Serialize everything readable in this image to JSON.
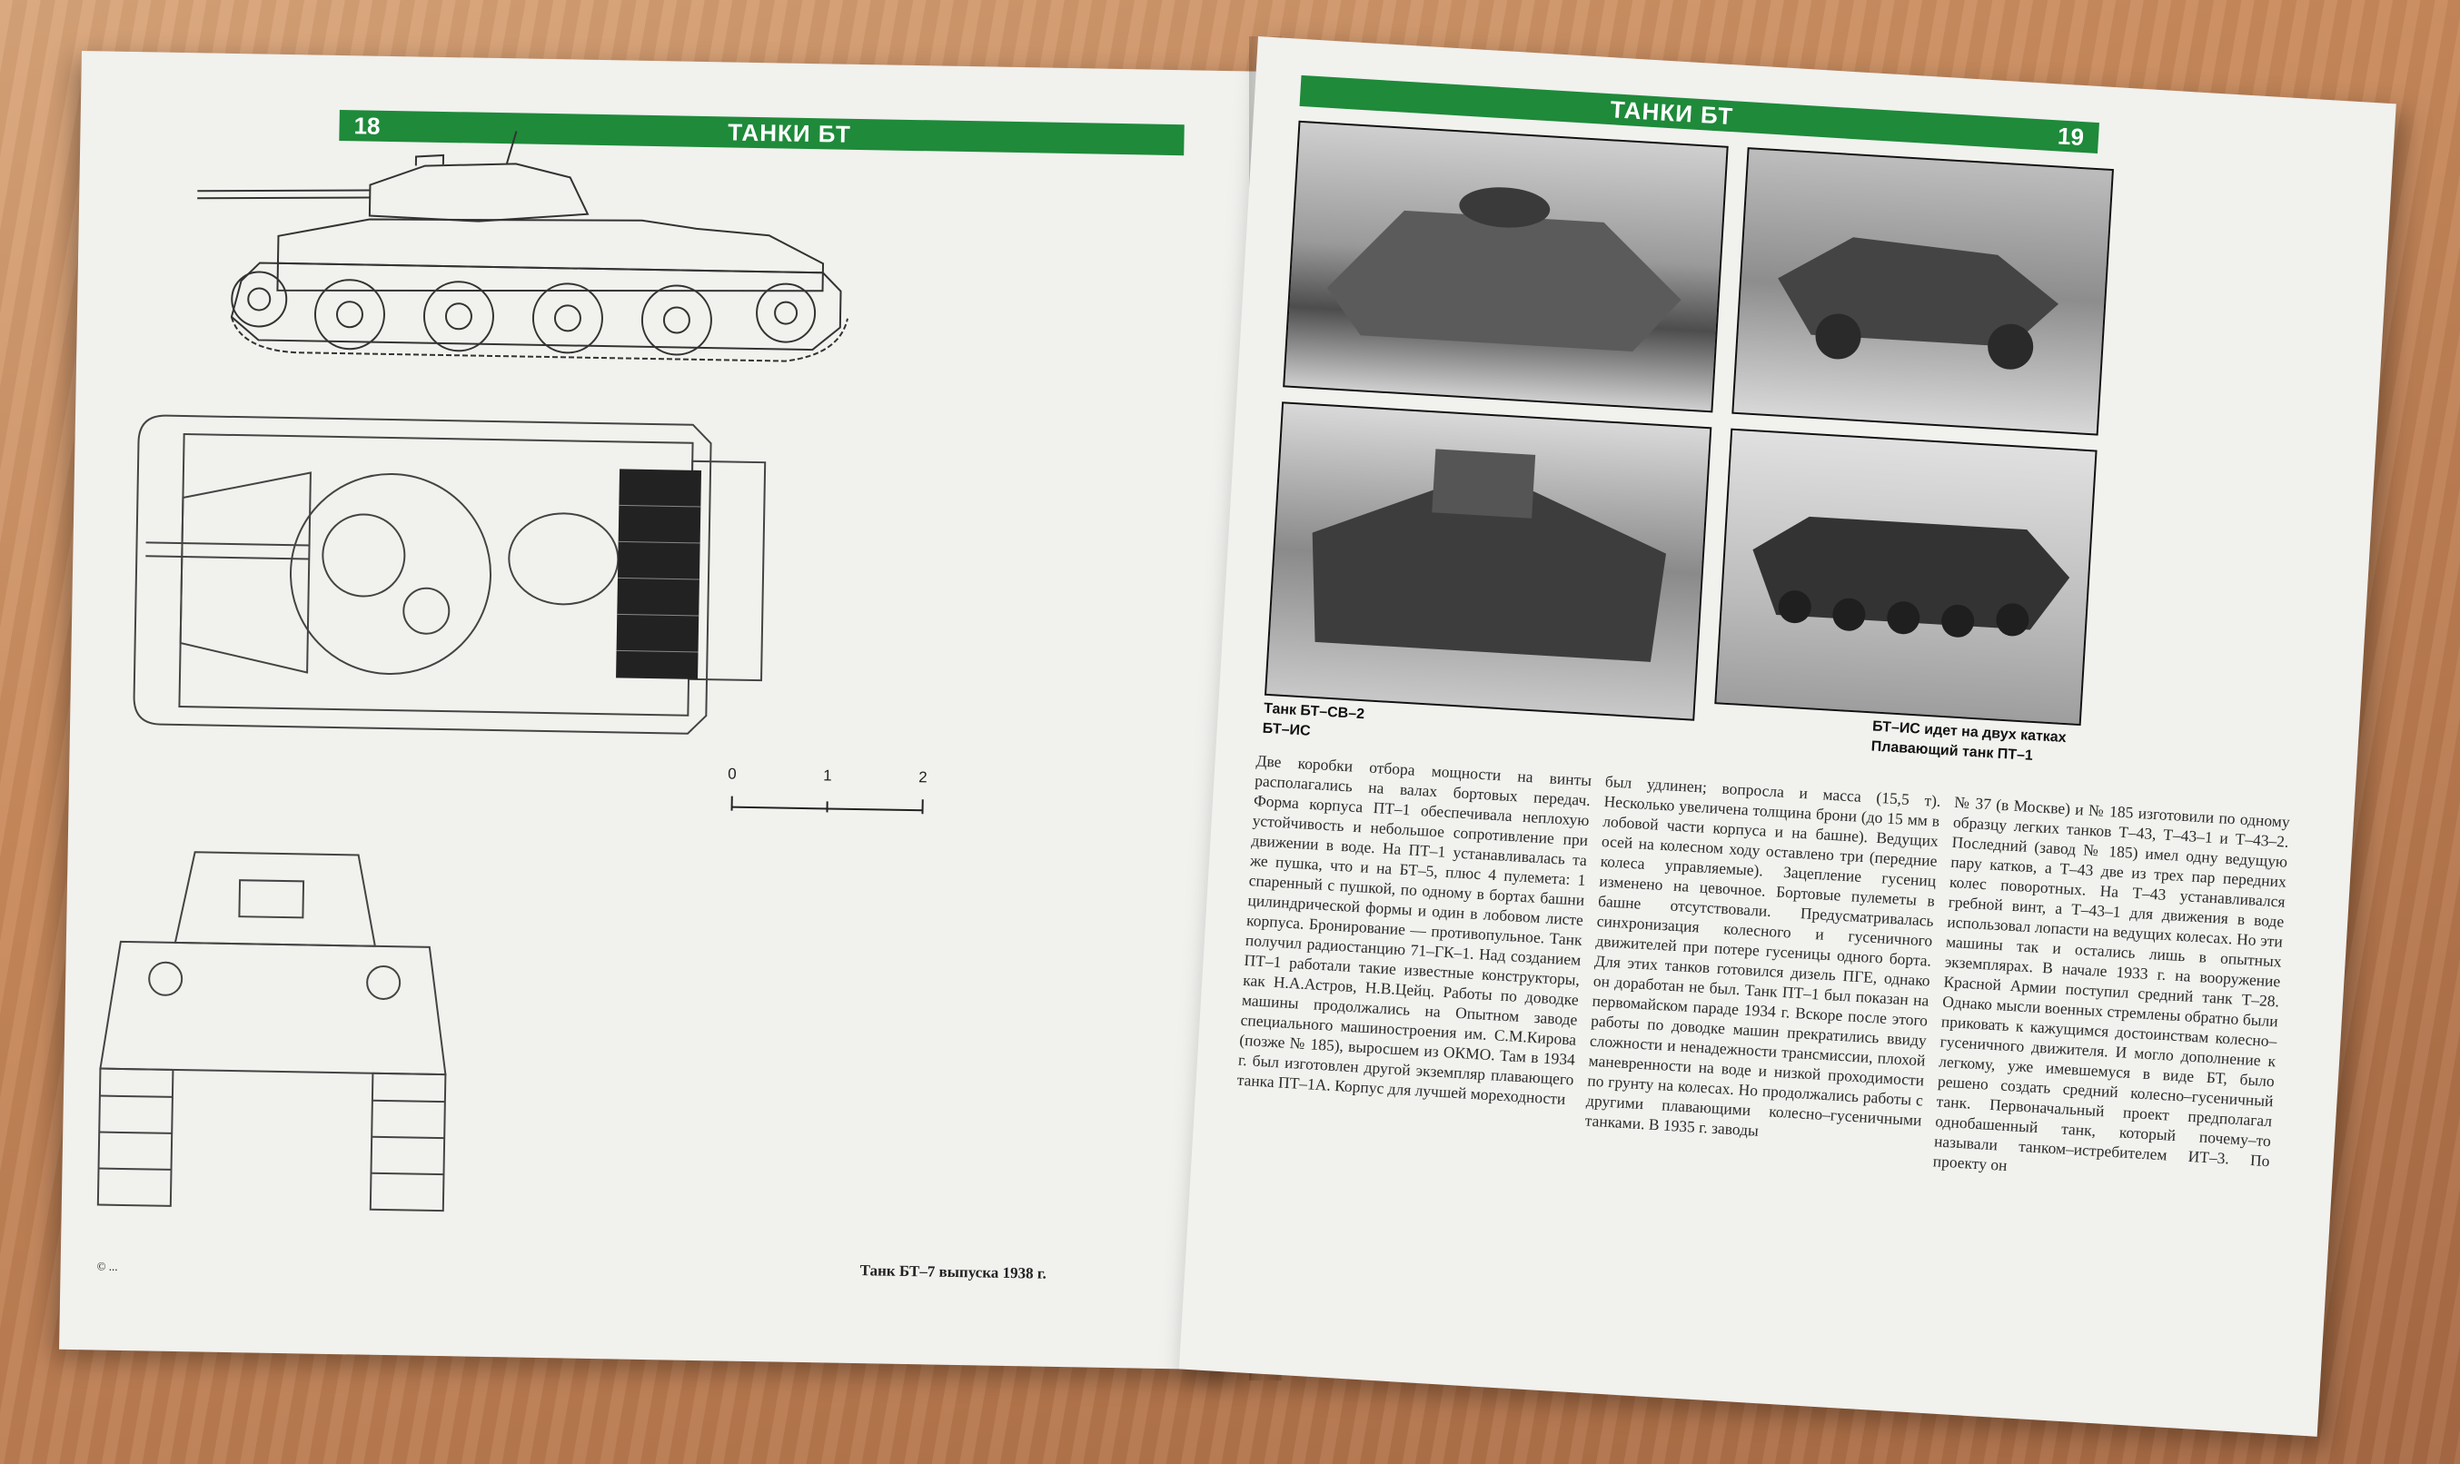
{
  "spread": {
    "left_page": {
      "page_number": "18",
      "section_title": "ТАНКИ БТ",
      "scale_labels": [
        "0",
        "1",
        "2"
      ],
      "drawing_caption": "Танк БТ–7 выпуска 1938 г.",
      "credit": "© ..."
    },
    "right_page": {
      "page_number": "19",
      "section_title": "ТАНКИ БТ",
      "photo_captions": {
        "left_line1": "Танк БТ–СВ–2",
        "left_line2": "БТ–ИС",
        "right_line1": "БТ–ИС идет на двух катках",
        "right_line2": "Плавающий танк ПТ–1"
      },
      "columns": [
        "Две коробки отбора мощности на винты располагались на валах бортовых передач. Форма корпуса ПТ–1 обеспечивала неплохую устойчивость и небольшое сопротивление при движении в воде. На ПТ–1 устанавливалась та же пушка, что и на БТ–5, плюс 4 пулемета: 1 спаренный с пушкой, по одному в бортах башни цилиндрической формы и один в лобовом листе корпуса. Бронирование — противопульное. Танк получил радиостанцию 71–ГК–1. Над созданием ПТ–1 работали такие известные конструкторы, как Н.А.Астров, Н.В.Цейц. Работы по доводке машины продолжались на Опытном заводе специального машиностроения им. С.М.Кирова (позже № 185), выросшем из ОКМО. Там в 1934 г. был изготовлен другой экземпляр плавающего танка ПТ–1А. Корпус для лучшей мореходности",
        "был удлинен; вопросла и масса (15,5 т). Несколько увеличена толщина брони (до 15 мм в лобовой части корпуса и на башне). Ведущих осей на колесном ходу оставлено три (передние колеса управляемые). Зацепление гусениц изменено на цевочное. Бортовые пулеметы в башне отсутствовали. Предусматривалась синхронизация колесного и гусеничного движителей при потере гусеницы одного борта. Для этих танков готовился дизель ПГЕ, однако он доработан не был. Танк ПТ–1 был показан на первомайском параде 1934 г. Вскоре после этого работы по доводке машин прекратились ввиду сложности и ненадежности трансмиссии, плохой маневренности на воде и низкой проходимости по грунту на колесах. Но продолжались работы с другими плавающими колесно–гусеничными танками. В 1935 г. заводы",
        "№ 37 (в Москве) и № 185 изготовили по одному образцу легких танков Т–43, Т–43–1 и Т–43–2. Последний (завод № 185) имел одну ведущую пару катков, а Т–43 две из трех пар передних колес поворотных. На Т–43 устанавливался гребной винт, а Т–43–1 для движения в воде использовал лопасти на ведущих колесах. Но эти машины так и остались лишь в опытных экземплярах. В начале 1933 г. на вооружение Красной Армии поступил средний танк Т–28. Однако мысли военных стремлены обратно были приковать к кажущимся достоинствам колесно–гусеничного движителя. И могло дополнение к легкому, уже имевшемуся в виде БТ, было решено создать средний колесно–гусеничный танк. Первоначальный проект предполагал однобашенный танк, который почему–то называли танком–истребителем ИТ–3. По проекту он"
      ]
    }
  }
}
